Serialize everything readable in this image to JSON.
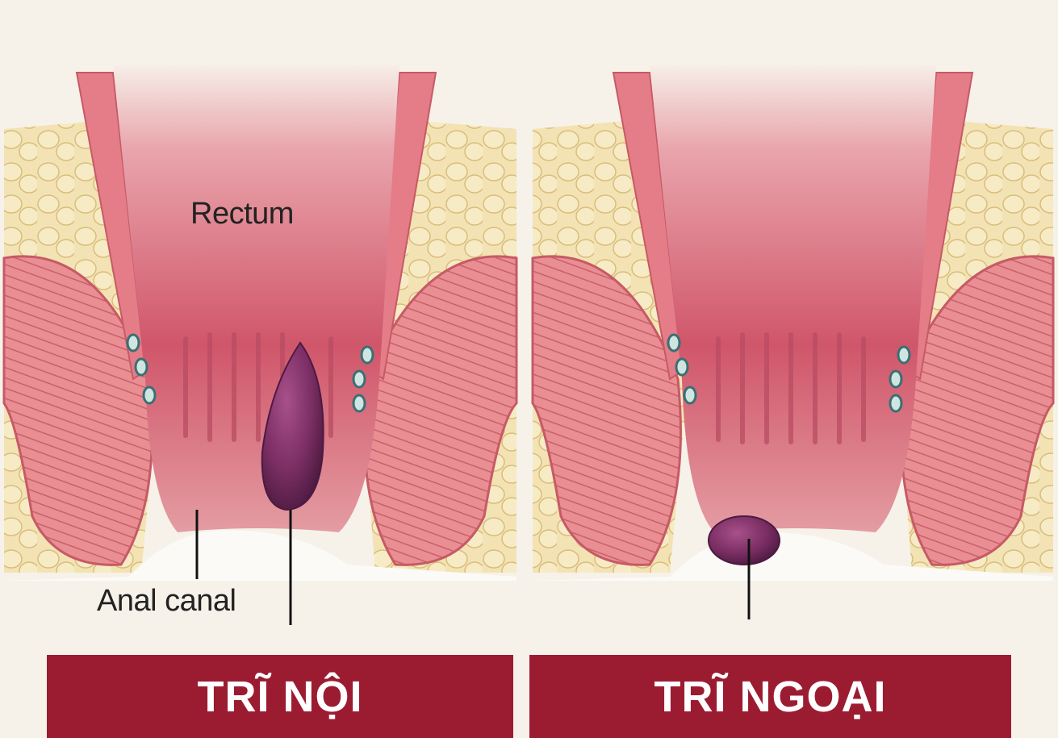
{
  "left_panel": {
    "label_rectum": "Rectum",
    "label_anal_canal": "Anal canal",
    "banner": "TRĨ NỘI"
  },
  "right_panel": {
    "banner": "TRĨ NGOẠI"
  },
  "colors": {
    "background": "#f6f2ea",
    "banner": "#9b1c31",
    "tissue": "#c9485a",
    "muscle": "#e98f93",
    "fat": "#f1dba2",
    "hemorrhoid": "#6e2b5a"
  }
}
